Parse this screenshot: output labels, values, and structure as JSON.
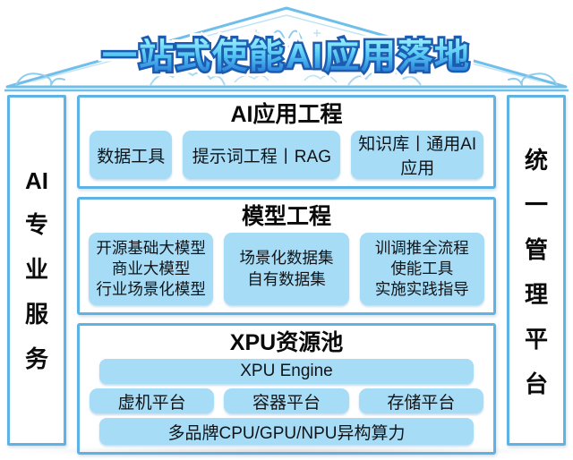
{
  "banner": {
    "title": "一站式使能AI应用落地"
  },
  "left_pillar": {
    "label": "AI专业服务",
    "chars": [
      "AI",
      "专",
      "业",
      "服",
      "务"
    ]
  },
  "right_pillar": {
    "label": "统一管理平台",
    "chars": [
      "统",
      "一",
      "管",
      "理",
      "平",
      "台"
    ]
  },
  "sections": [
    {
      "title": "AI应用工程",
      "chips": [
        {
          "lines": [
            "数据工具"
          ]
        },
        {
          "lines": [
            "提示词工程丨RAG"
          ]
        },
        {
          "lines": [
            "知识库丨通用AI应用"
          ]
        }
      ]
    },
    {
      "title": "模型工程",
      "chips": [
        {
          "lines": [
            "开源基础大模型",
            "商业大模型",
            "行业场景化模型"
          ]
        },
        {
          "lines": [
            "场景化数据集",
            "自有数据集"
          ]
        },
        {
          "lines": [
            "训调推全流程",
            "使能工具",
            "实施实践指导"
          ]
        }
      ]
    },
    {
      "title": "XPU资源池",
      "engine_bar": "XPU Engine",
      "platform_chips": [
        "虚机平台",
        "容器平台",
        "存储平台"
      ],
      "bottom_bar": "多品牌CPU/GPU/NPU异构算力"
    }
  ],
  "colors": {
    "accent_border": "#5fb2e4",
    "chip_fill": "#a6dcf5",
    "roof_line": "#6fbfea",
    "title_gradient_top": "#8feafc",
    "title_gradient_bottom": "#2a7edb",
    "title_outline": "#1b5cb0",
    "text": "#0a0a0a"
  }
}
